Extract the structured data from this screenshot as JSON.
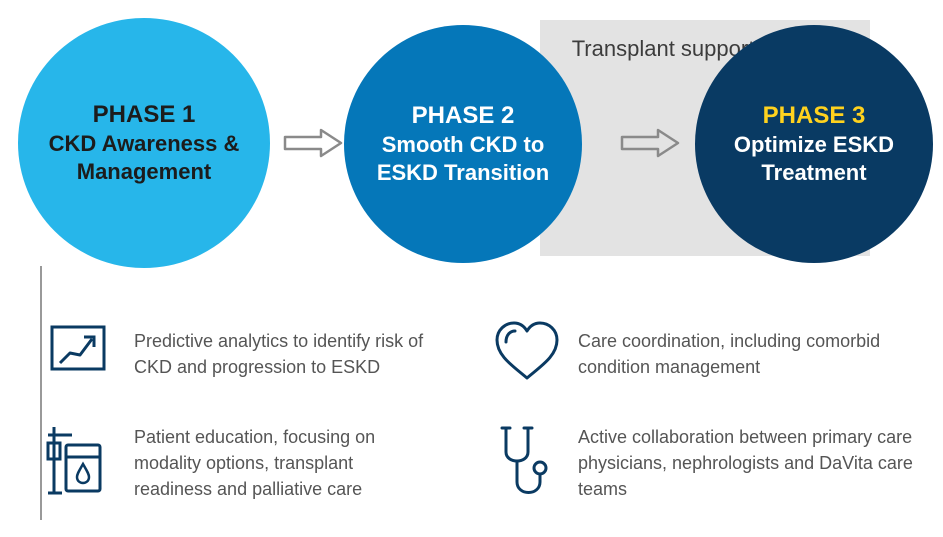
{
  "band": {
    "label": "Transplant support"
  },
  "phases": [
    {
      "title": "PHASE 1",
      "subtitle": "CKD Awareness & Management",
      "color": "#27b6ea"
    },
    {
      "title": "PHASE 2",
      "subtitle": "Smooth CKD to ESKD Transition",
      "color": "#0577b9"
    },
    {
      "title": "PHASE 3",
      "subtitle": "Optimize ESKD Treatment",
      "color": "#093a63",
      "title_color": "#ffd21e"
    }
  ],
  "features": [
    {
      "icon": "trend-chart-icon",
      "text": "Predictive analytics to identify risk of CKD and progression to ESKD"
    },
    {
      "icon": "heart-icon",
      "text": "Care coordination, including comorbid condition management"
    },
    {
      "icon": "iv-dialysis-icon",
      "text": "Patient education, focusing on modality options, transplant readiness and palliative care"
    },
    {
      "icon": "stethoscope-icon",
      "text": "Active collaboration between primary care physicians, nephrologists and DaVita care teams"
    }
  ],
  "colors": {
    "icon": "#0a3a62",
    "text": "#555555",
    "arrow_stroke": "#8a8a8a"
  }
}
